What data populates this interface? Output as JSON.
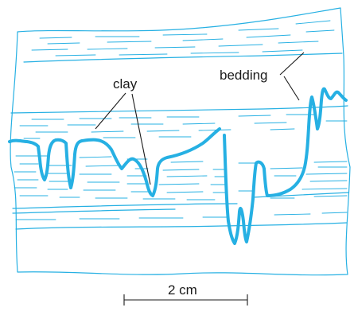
{
  "labels": {
    "clay": "clay",
    "bedding": "bedding",
    "scale": "2 cm"
  },
  "colors": {
    "sediment_line": "#26b0e3",
    "label_text": "#1a1a1a",
    "background": "#ffffff"
  }
}
